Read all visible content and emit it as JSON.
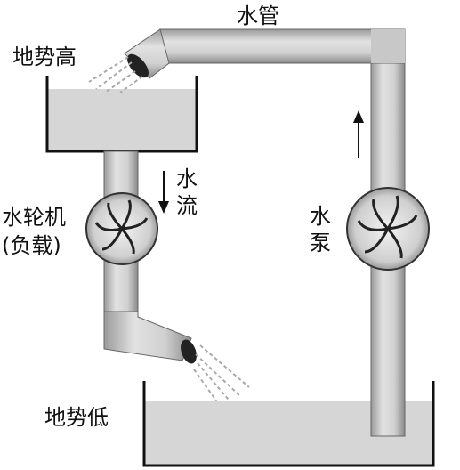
{
  "labels": {
    "pipe": "水管",
    "high_ground": "地势高",
    "low_ground": "地势低",
    "water_flow_line1": "水",
    "water_flow_line2": "流",
    "turbine_line1": "水轮机",
    "turbine_line2": "(负载)",
    "pump_line1": "水",
    "pump_line2": "泵"
  }
}
